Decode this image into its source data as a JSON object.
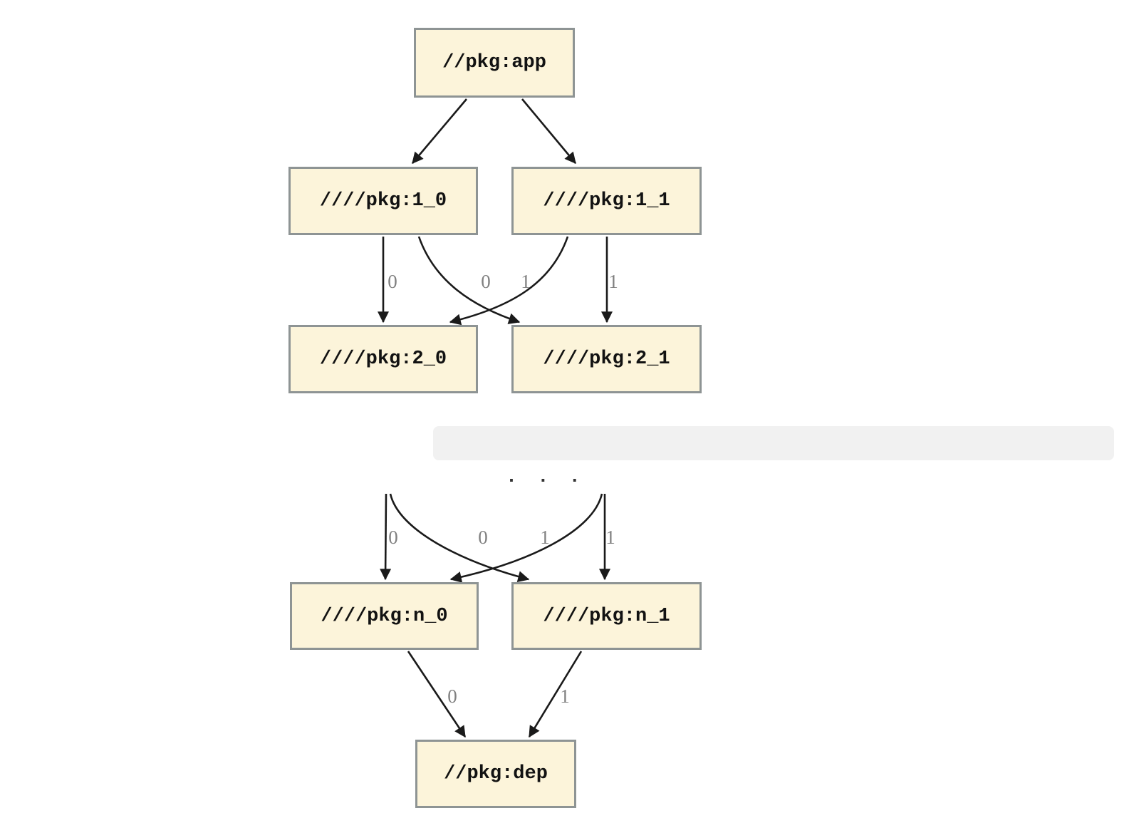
{
  "colors": {
    "node_fill": "#fcf4da",
    "node_border": "#8e9494",
    "edge": "#1a1a1a",
    "edge_label": "#808080",
    "band_bg": "#f1f1f1"
  },
  "ellipsis": ". . .",
  "nodes": {
    "app": {
      "label": "//pkg:app"
    },
    "n1_0": {
      "label": "////pkg:1_0"
    },
    "n1_1": {
      "label": "////pkg:1_1"
    },
    "n2_0": {
      "label": "////pkg:2_0"
    },
    "n2_1": {
      "label": "////pkg:2_1"
    },
    "nn_0": {
      "label": "////pkg:n_0"
    },
    "nn_1": {
      "label": "////pkg:n_1"
    },
    "dep": {
      "label": "//pkg:dep"
    }
  },
  "edges": [
    {
      "from": "//pkg:app",
      "to": "////pkg:1_0",
      "label": ""
    },
    {
      "from": "//pkg:app",
      "to": "////pkg:1_1",
      "label": ""
    },
    {
      "from": "////pkg:1_0",
      "to": "////pkg:2_0",
      "label": "0"
    },
    {
      "from": "////pkg:1_1",
      "to": "////pkg:2_0",
      "label": "0"
    },
    {
      "from": "////pkg:1_0",
      "to": "////pkg:2_1",
      "label": "1"
    },
    {
      "from": "////pkg:1_1",
      "to": "////pkg:2_1",
      "label": "1"
    },
    {
      "from": "(row above ellipsis, left)",
      "to": "////pkg:n_0",
      "label": "0"
    },
    {
      "from": "(row above ellipsis, right)",
      "to": "////pkg:n_0",
      "label": "0"
    },
    {
      "from": "(row above ellipsis, left)",
      "to": "////pkg:n_1",
      "label": "1"
    },
    {
      "from": "(row above ellipsis, right)",
      "to": "////pkg:n_1",
      "label": "1"
    },
    {
      "from": "////pkg:n_0",
      "to": "//pkg:dep",
      "label": "0"
    },
    {
      "from": "////pkg:n_1",
      "to": "//pkg:dep",
      "label": "1"
    }
  ]
}
